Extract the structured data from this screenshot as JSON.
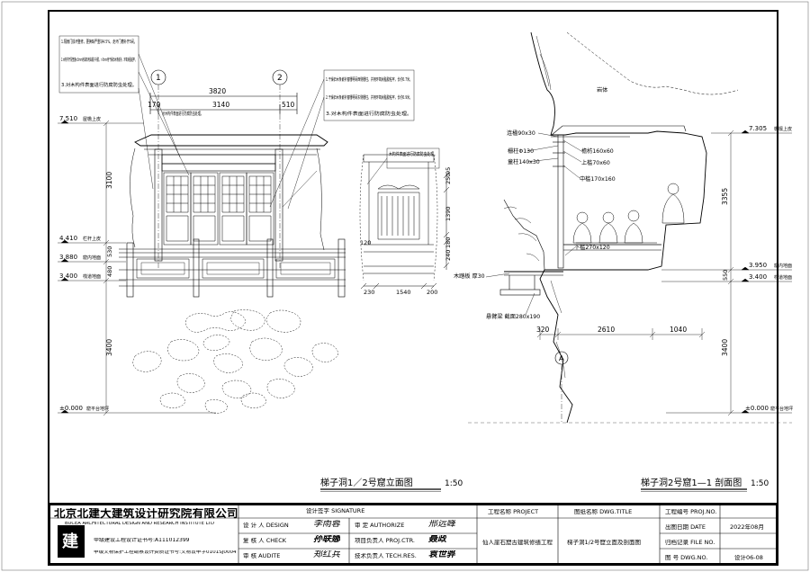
{
  "notes_left": [
    "1.隔扇门损坏整修，更换缺严重块4.5%，走坏门槽补齐5间。",
    "2.木构件开裂宽度≤3mm用油饰用油膩子补腻，>3mm用干燥旧木条嵌补，环氧树脂粘牢。",
    "3.对木构件表面进行防腐防虫处理。"
  ],
  "notes_right": [
    "1.干燥旧木条嵌补窗栅明间西侧栅柱，并用环氧树脂胶粘牢，长约0.7米。",
    "2.干燥旧木条嵌补窗栅明间东侧栅柱，并用环氧树脂胶粘牢，长约0.9米。",
    "3.对木构件表面进行防腐防虫处理。"
  ],
  "elevation": {
    "axis_1": "1",
    "axis_2": "2",
    "dims_top": [
      "3820",
      "170",
      "3140",
      "510"
    ],
    "dims_left": [
      "3100",
      "530",
      "480",
      "3400"
    ],
    "levels": [
      {
        "value": "7.510",
        "desc": "屋檐上皮"
      },
      {
        "value": "4.410",
        "desc": "栏杆上皮"
      },
      {
        "value": "3.880",
        "desc": "窟内地面"
      },
      {
        "value": "3.400",
        "desc": "栈道地面"
      },
      {
        "value": "±0.000",
        "desc": "窟平台地坪"
      }
    ],
    "callout_1": "对木构件表面进行防腐防虫处理。",
    "callout_2": "木构件表面进行防腐防虫处理。"
  },
  "side": {
    "dims_right": [
      "250",
      "95",
      "1390",
      "180",
      "240"
    ],
    "dim_120": "120",
    "dims_bottom": [
      "230",
      "1540",
      "200"
    ]
  },
  "section": {
    "rock": "岩体",
    "labels": [
      "连楹90x30",
      "栅柱Φ130",
      "童柱140x30",
      "檐枋160x60",
      "上槛70x60",
      "中槛170x160",
      "下槛270x120",
      "木踏板 厚30",
      "悬臂梁 截面280x190"
    ],
    "dims_bottom": [
      "320",
      "2610",
      "1040"
    ],
    "dims_right": [
      "3355",
      "550",
      "3400"
    ],
    "levels": [
      {
        "value": "7.305",
        "desc": "檐檩上皮"
      },
      {
        "value": "3.950",
        "desc": "窟内地面"
      },
      {
        "value": "3.400",
        "desc": "栈道地面"
      },
      {
        "value": "±0.000",
        "desc": "窟平台地坪"
      }
    ],
    "axis_a": "A"
  },
  "titles": {
    "elevation_title": "梯子洞1／2号窟立面图",
    "elevation_scale": "1:50",
    "section_title": "梯子洞2号窟1—1 剖面图",
    "section_scale": "1:50"
  },
  "title_block": {
    "company_cn": "北京北建大建筑设计研究院有限公司",
    "company_en": "BUCEA ARCHITECTURAL DESIGN AND RESEARCH INSTITUTE LTD",
    "license_1": "甲级建设工程设计证书号:A111012399",
    "license_2": "甲级文物保护工程勘察设计资质证书号:文物设甲字0101SJ0004",
    "signature_header": "设计签字  SIGNATURE",
    "designer_label": "设 计 人  DESIGN",
    "designer_sig": "李雨蓉",
    "check_label": "复 核 人  CHECK",
    "check_sig": "孙联娜",
    "audit_label": "审    核  AUDITE",
    "audit_sig": "郑红兵",
    "authorize_label": "审    定  AUTHORIZE",
    "authorize_sig": "邢远峰",
    "proj_ctr_label": "项目负责人  PROJ.CTR.",
    "proj_ctr_sig": "聂政",
    "tech_res_label": "技术负责人  TECH.RES.",
    "tech_res_sig": "袁世骅",
    "project_label": "工程名称  PROJECT",
    "project_value": "仙人崖石窟古建筑修缮工程",
    "dwg_title_label": "图纸名称  DWG.TITLE",
    "dwg_title_value": "梯子洞1/2号窟立面及剖面图",
    "proj_no_label": "工程编号  PROJ.NO.",
    "date_label": "出图日期  DATE",
    "date_value": "2022年08月",
    "file_no_label": "归档记录  FILE NO.",
    "dwg_no_label": "图    号  DWG.NO.",
    "dwg_no_value": "设计06-08"
  }
}
